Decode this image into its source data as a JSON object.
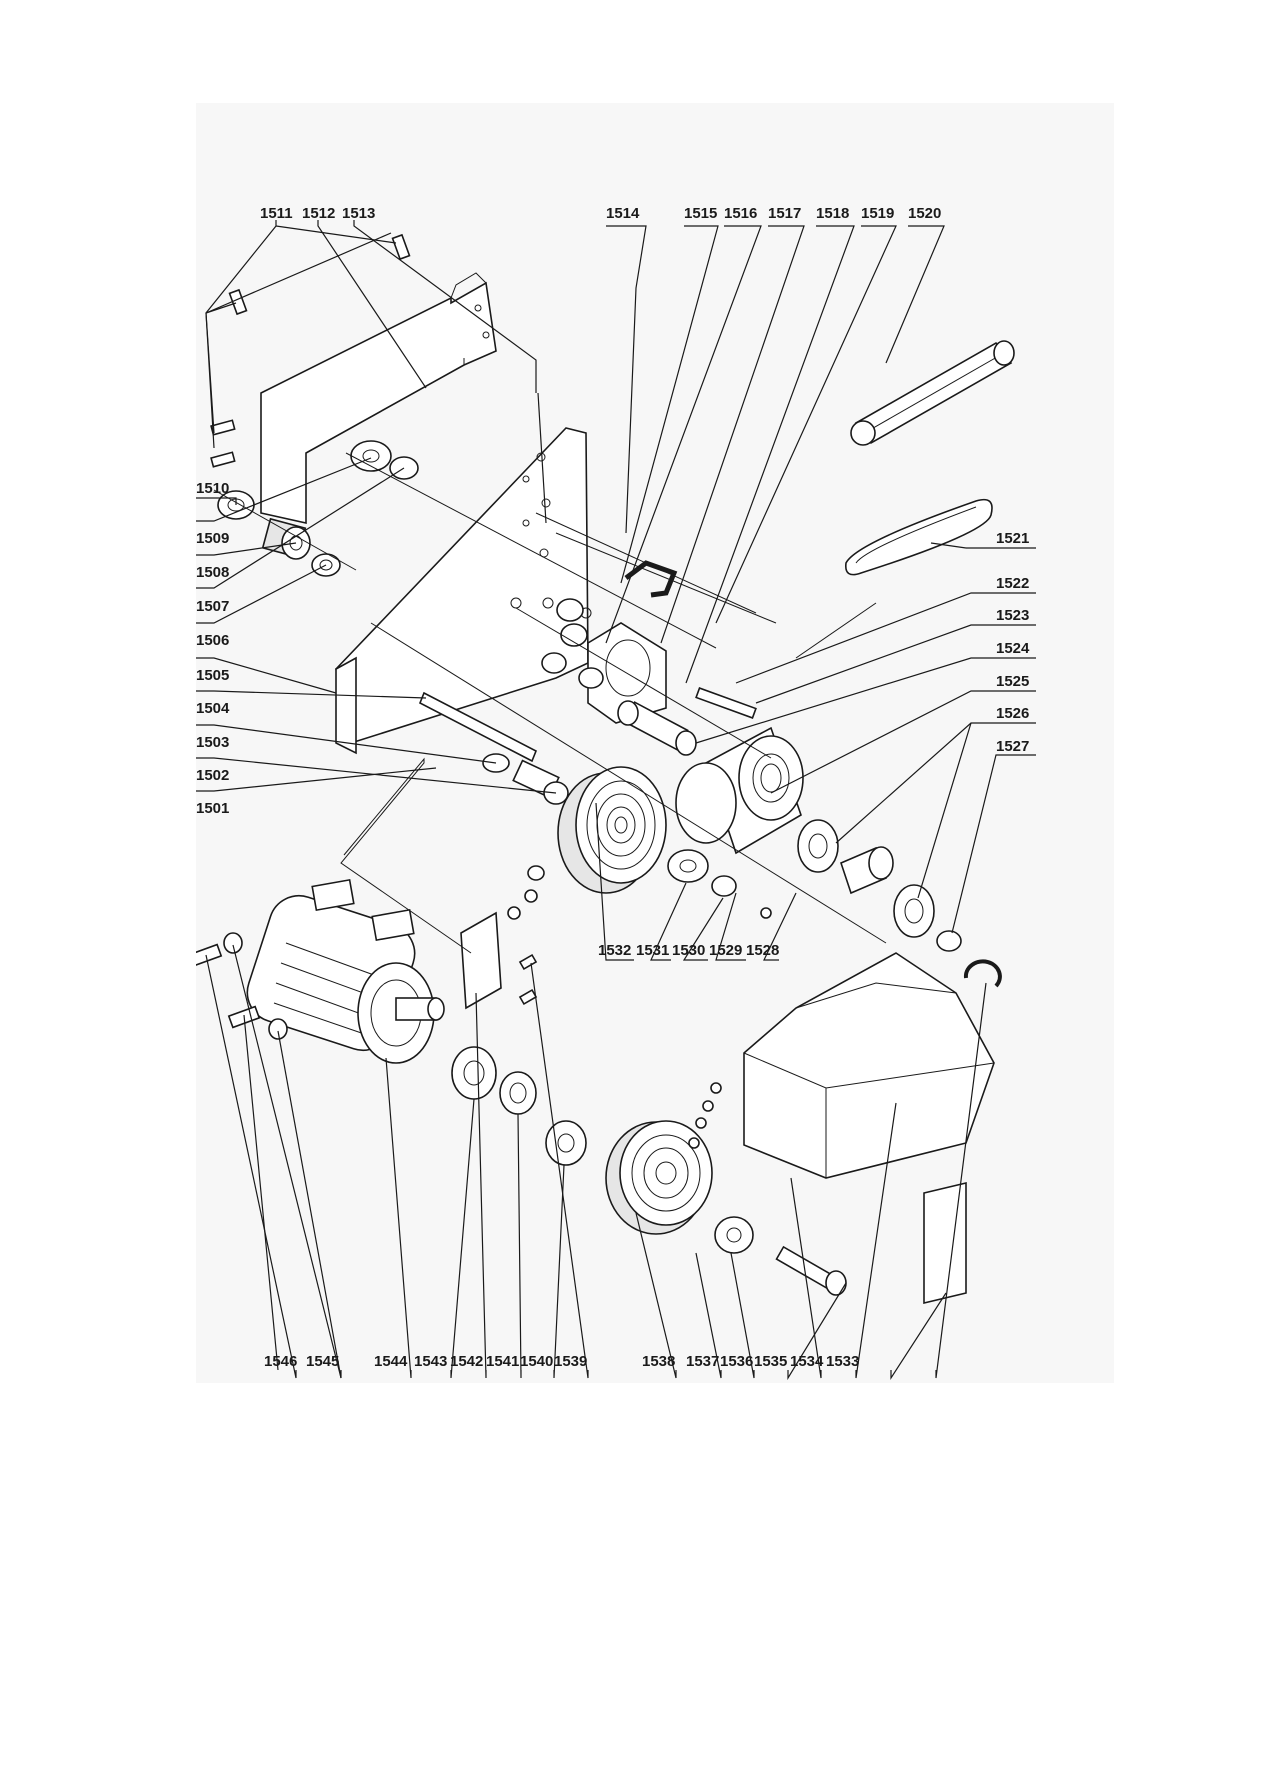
{
  "diagram": {
    "type": "exploded parts diagram",
    "labels": {
      "p1501": "1501",
      "p1502": "1502",
      "p1503": "1503",
      "p1504": "1504",
      "p1505": "1505",
      "p1506": "1506",
      "p1507": "1507",
      "p1508": "1508",
      "p1509": "1509",
      "p1510": "1510",
      "p1511": "1511",
      "p1512": "1512",
      "p1513": "1513",
      "p1514": "1514",
      "p1515": "1515",
      "p1516": "1516",
      "p1517": "1517",
      "p1518": "1518",
      "p1519": "1519",
      "p1520": "1520",
      "p1521": "1521",
      "p1522": "1522",
      "p1523": "1523",
      "p1524": "1524",
      "p1525": "1525",
      "p1526": "1526",
      "p1527": "1527",
      "p1528": "1528",
      "p1529": "1529",
      "p1530": "1530",
      "p1531": "1531",
      "p1532": "1532",
      "p1533": "1533",
      "p1534": "1534",
      "p1535": "1535",
      "p1536": "1536",
      "p1537": "1537",
      "p1538": "1538",
      "p1539": "1539",
      "p1540": "1540",
      "p1541": "1541",
      "p1542": "1542",
      "p1543": "1543",
      "p1544": "1544",
      "p1545": "1545",
      "p1546": "1546"
    }
  }
}
